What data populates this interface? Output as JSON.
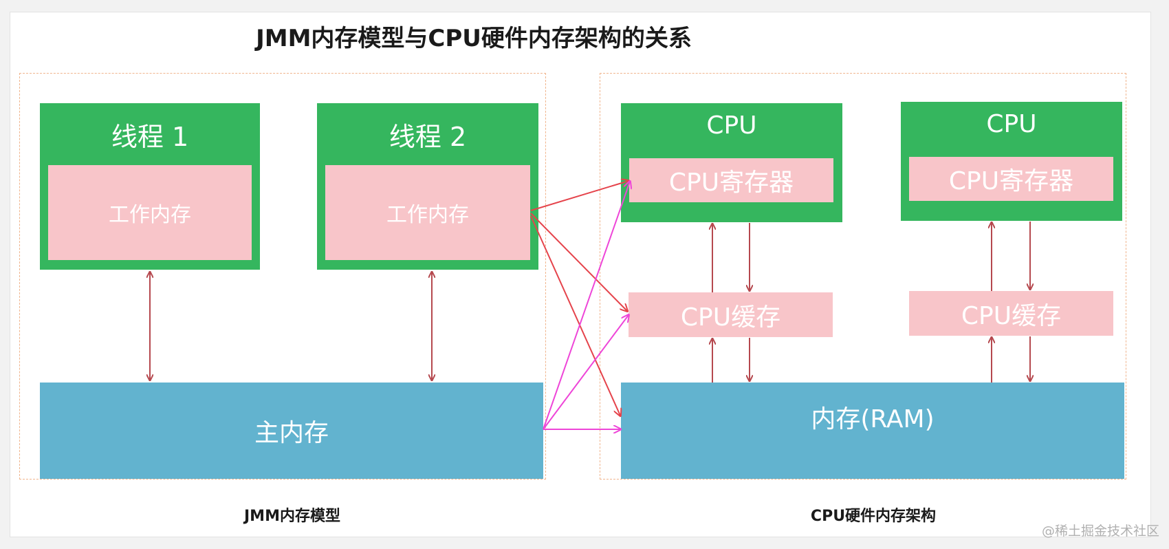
{
  "title": "JMM内存模型与CPU硬件内存架构的关系",
  "jmm": {
    "threads": [
      {
        "label": "线程 1",
        "working_memory": "工作内存"
      },
      {
        "label": "线程 2",
        "working_memory": "工作内存"
      }
    ],
    "main_memory": "主内存",
    "caption": "JMM内存模型"
  },
  "hardware": {
    "cpus": [
      {
        "label": "CPU",
        "register": "CPU寄存器",
        "cache": "CPU缓存"
      },
      {
        "label": "CPU",
        "register": "CPU寄存器",
        "cache": "CPU缓存"
      }
    ],
    "ram": "内存(RAM)",
    "caption": "CPU硬件内存架构"
  },
  "watermark": "@稀土掘金技术社区",
  "colors": {
    "thread_green": "#35b65e",
    "pink": "#f8c5c9",
    "memory_blue": "#62b3cf",
    "arrow_dark_red": "#b5484e",
    "arrow_red": "#e5434b",
    "arrow_magenta": "#ee45d8"
  }
}
